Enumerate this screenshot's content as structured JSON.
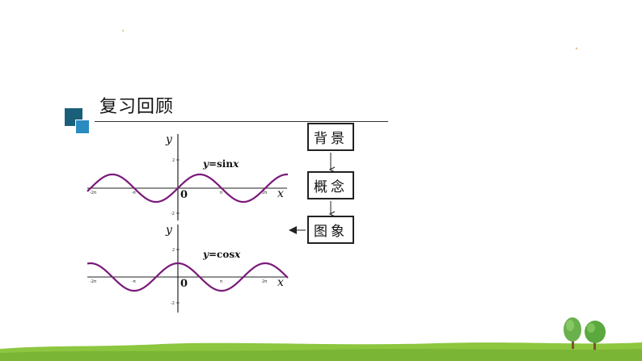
{
  "title": "复习回顾",
  "flow": {
    "box1": "背景",
    "box2": "概念",
    "box3": "图象"
  },
  "graphs": [
    {
      "function": "sin",
      "y_axis_label": "y",
      "x_axis_label": "x",
      "origin_label": "0",
      "func_label_prefix": "y=",
      "func_label_name": "sin",
      "func_label_var": "x",
      "x_ticks": [
        "-2π",
        "-π",
        "π",
        "2π"
      ],
      "y_ticks": [
        "2",
        "-2"
      ],
      "color": "#7a1a7a"
    },
    {
      "function": "cos",
      "y_axis_label": "y",
      "x_axis_label": "x",
      "origin_label": "0",
      "func_label_prefix": "y=",
      "func_label_name": "cos",
      "func_label_var": "x",
      "x_ticks": [
        "-2π",
        "-π",
        "π",
        "2π"
      ],
      "y_ticks": [
        "2",
        "-2"
      ],
      "color": "#7a1a7a"
    }
  ],
  "colors": {
    "grass": "#8dc63f",
    "tree": "#6ab04c",
    "trunk": "#7a5230",
    "curve": "#7a1a7a"
  }
}
